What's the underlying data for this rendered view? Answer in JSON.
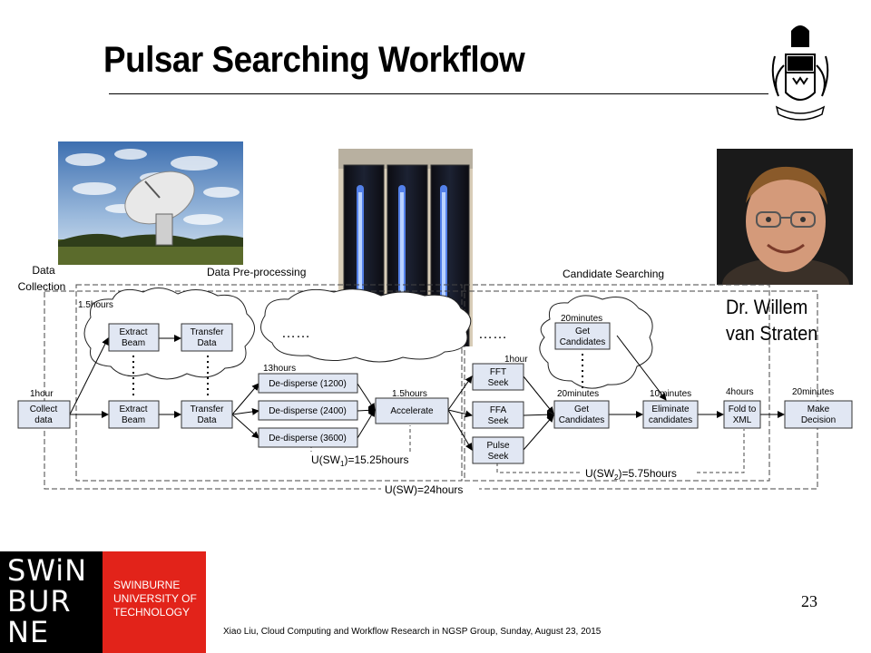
{
  "slide": {
    "title": "Pulsar Searching Workflow",
    "caption_line1": "Dr. Willem",
    "caption_line2": "van Straten",
    "page_number": "23",
    "footer": "Xiao Liu, Cloud Computing and Workflow Research in NGSP Group, Sunday, August 23, 2015"
  },
  "logo": {
    "word1": "SWiN",
    "word2": "BUR",
    "word3": "NE",
    "uni1": "SWINBURNE",
    "uni2": "UNIVERSITY OF",
    "uni3": "TECHNOLOGY"
  },
  "phases": {
    "collection1": "Data",
    "collection2": "Collection",
    "preprocessing": "Data Pre-processing",
    "searching": "Candidate Searching"
  },
  "tasks": {
    "collect1": "Collect",
    "collect2": "data",
    "extract1": "Extract",
    "extract2": "Beam",
    "transfer1": "Transfer",
    "transfer2": "Data",
    "dd1200": "De-disperse (1200)",
    "dd2400": "De-disperse (2400)",
    "dd3600": "De-disperse (3600)",
    "accelerate": "Accelerate",
    "fft1": "FFT",
    "fft2": "Seek",
    "ffa1": "FFA",
    "ffa2": "Seek",
    "pulse1": "Pulse",
    "pulse2": "Seek",
    "get1": "Get",
    "get2": "Candidates",
    "elim1": "Eliminate",
    "elim2": "candidates",
    "fold1": "Fold to",
    "fold2": "XML",
    "decide1": "Make",
    "decide2": "Decision"
  },
  "durations": {
    "collect": "1hour",
    "extract": "1.5hours",
    "dedisperse": "13hours",
    "accelerate": "1.5hours",
    "seek": "1hour",
    "get_top": "20minutes",
    "get": "20minutes",
    "eliminate": "10minutes",
    "fold": "4hours",
    "decide": "20minutes"
  },
  "ellipsis": {
    "left": "……",
    "right": "……"
  },
  "utilities": {
    "sw1_pre": "U(SW",
    "sw1_sub": "1",
    "sw1_post": ")=15.25hours",
    "sw2_pre": "U(SW",
    "sw2_sub": "2",
    "sw2_post": ")=5.75hours",
    "total": "U(SW)=24hours"
  }
}
